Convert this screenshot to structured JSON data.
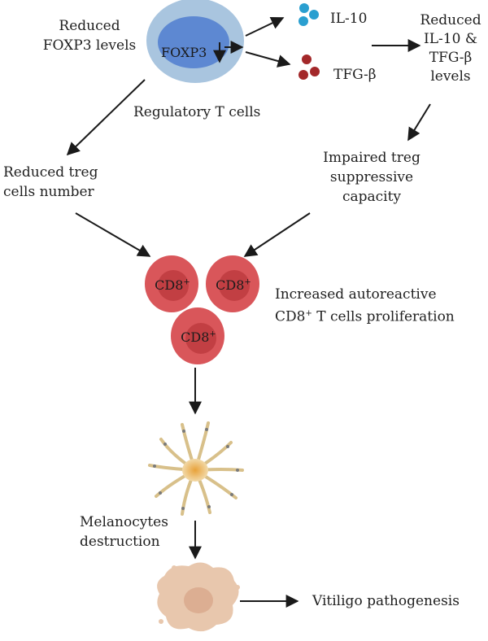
{
  "labels": {
    "reduced_foxp3": [
      "Reduced",
      "FOXP3 levels"
    ],
    "foxp3": "FOXP3",
    "regulatory_t_cells": "Regulatory T cells",
    "il10": "IL-10",
    "tgfb": "TFG-β",
    "reduced_il10_tgfb": [
      "Reduced",
      "IL-10 &",
      "TFG-β",
      "levels"
    ],
    "reduced_treg_number": [
      "Reduced treg",
      "cells number"
    ],
    "impaired_treg": [
      "Impaired treg",
      "suppressive",
      "capacity"
    ],
    "cd8_base": "CD8",
    "cd8_sup": "+",
    "increased_autoreactive": [
      "Increased autoreactive",
      "CD8",
      "+",
      " T cells proliferation"
    ],
    "melanocytes_destruction": [
      "Melanocytes",
      "destruction"
    ],
    "vitiligo": "Vitiligo pathogenesis"
  },
  "colors": {
    "treg_outer": "#a9c5df",
    "treg_inner": "#5d88d2",
    "il10_dots": "#2a9fd0",
    "tgfb_dots": "#a3282a",
    "cd8_outer": "#d9565a",
    "cd8_inner": "#c23f43",
    "arrow": "#1a1a1a",
    "melanocyte": "#e9c98e",
    "destroyed_cell": "#e8c7ad"
  }
}
